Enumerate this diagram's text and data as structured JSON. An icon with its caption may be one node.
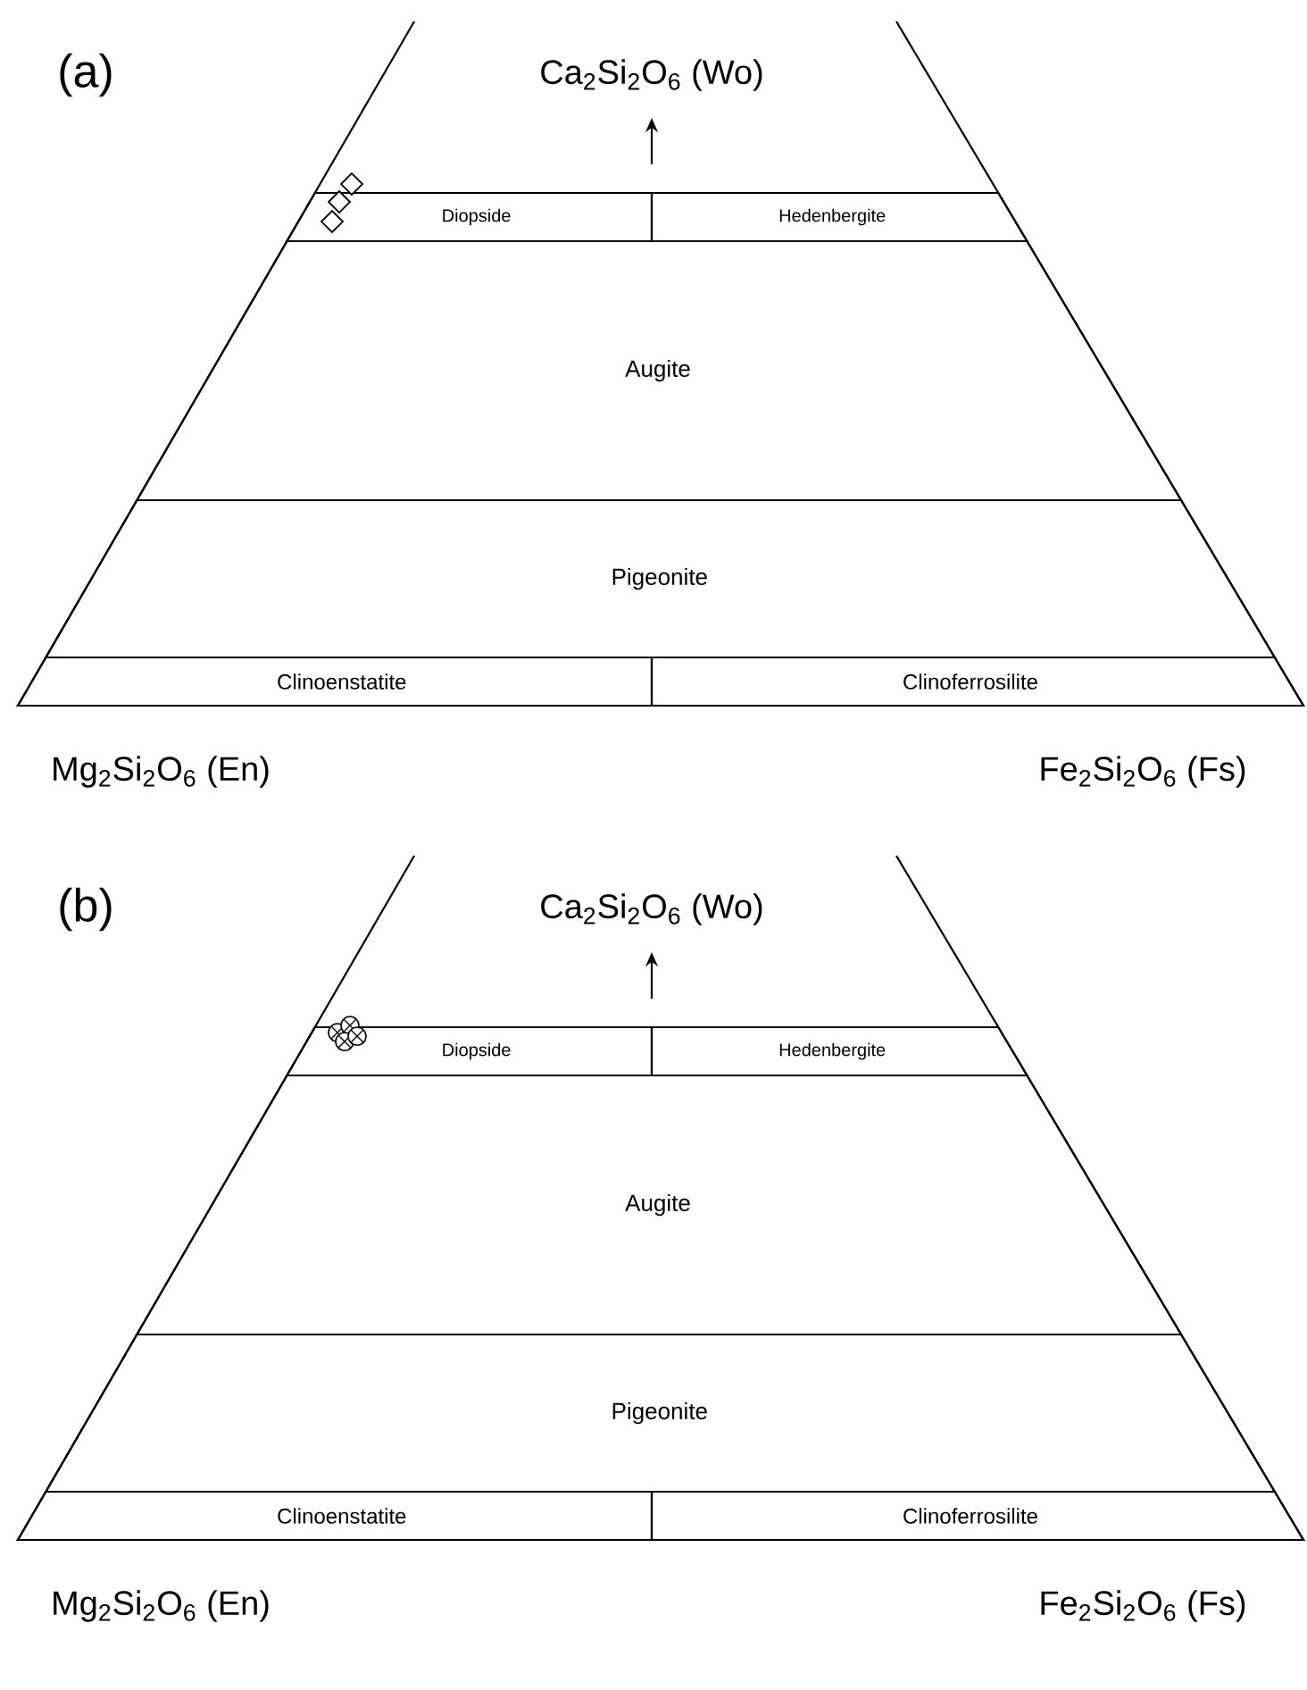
{
  "diagram": {
    "nodes": [
      {
        "text": [
          "Diopside"
        ]
      },
      {
        "text": [
          "Hedenbergite"
        ]
      },
      {
        "text": [
          "Augite"
        ]
      },
      {
        "text": [
          "Pigeonite"
        ]
      },
      {
        "text": [
          "Clinoenstatite"
        ]
      },
      {
        "text": [
          "Clinoferrosilite"
        ]
      },
      {
        "text": [
          "Diopside"
        ]
      },
      {
        "text": [
          "Hedenbergite"
        ]
      },
      {
        "text": [
          "Augite"
        ]
      },
      {
        "text": [
          "Pigeonite"
        ]
      },
      {
        "text": [
          "Clinoenstatite"
        ]
      },
      {
        "text": [
          "Clinoferrosilite"
        ]
      }
    ],
    "labels": [
      "(a)",
      "Ca$_{2}$Si$_{2}$O$_{6}$ (Wo)",
      "Mg$_{2}$Si$_{2}$O$_{6}$ (En)",
      "Fe$_{2}$Si$_{2}$O$_{6}$ (Fs)",
      "(b)",
      "Ca$_{2}$Si$_{2}$O$_{6}$ (Wo)",
      "Mg$_{2}$Si$_{2}$O$_{6}$ (En)",
      "Fe$_{2}$Si$_{2}$O$_{6}$ (Fs)"
    ]
  }
}
